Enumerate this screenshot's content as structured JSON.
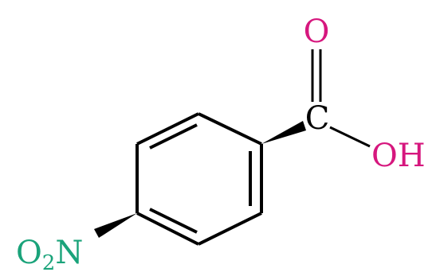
{
  "molecule": {
    "carbonyl_oxygen": {
      "label": "O",
      "color": "#d6177e"
    },
    "carbonyl_carbon": {
      "label": "C",
      "color": "#000000"
    },
    "hydroxyl": {
      "label": "OH",
      "color": "#d6177e"
    },
    "nitro": {
      "prefix": "O",
      "subscript": "2",
      "suffix": "N",
      "color": "#1aa37a"
    }
  }
}
